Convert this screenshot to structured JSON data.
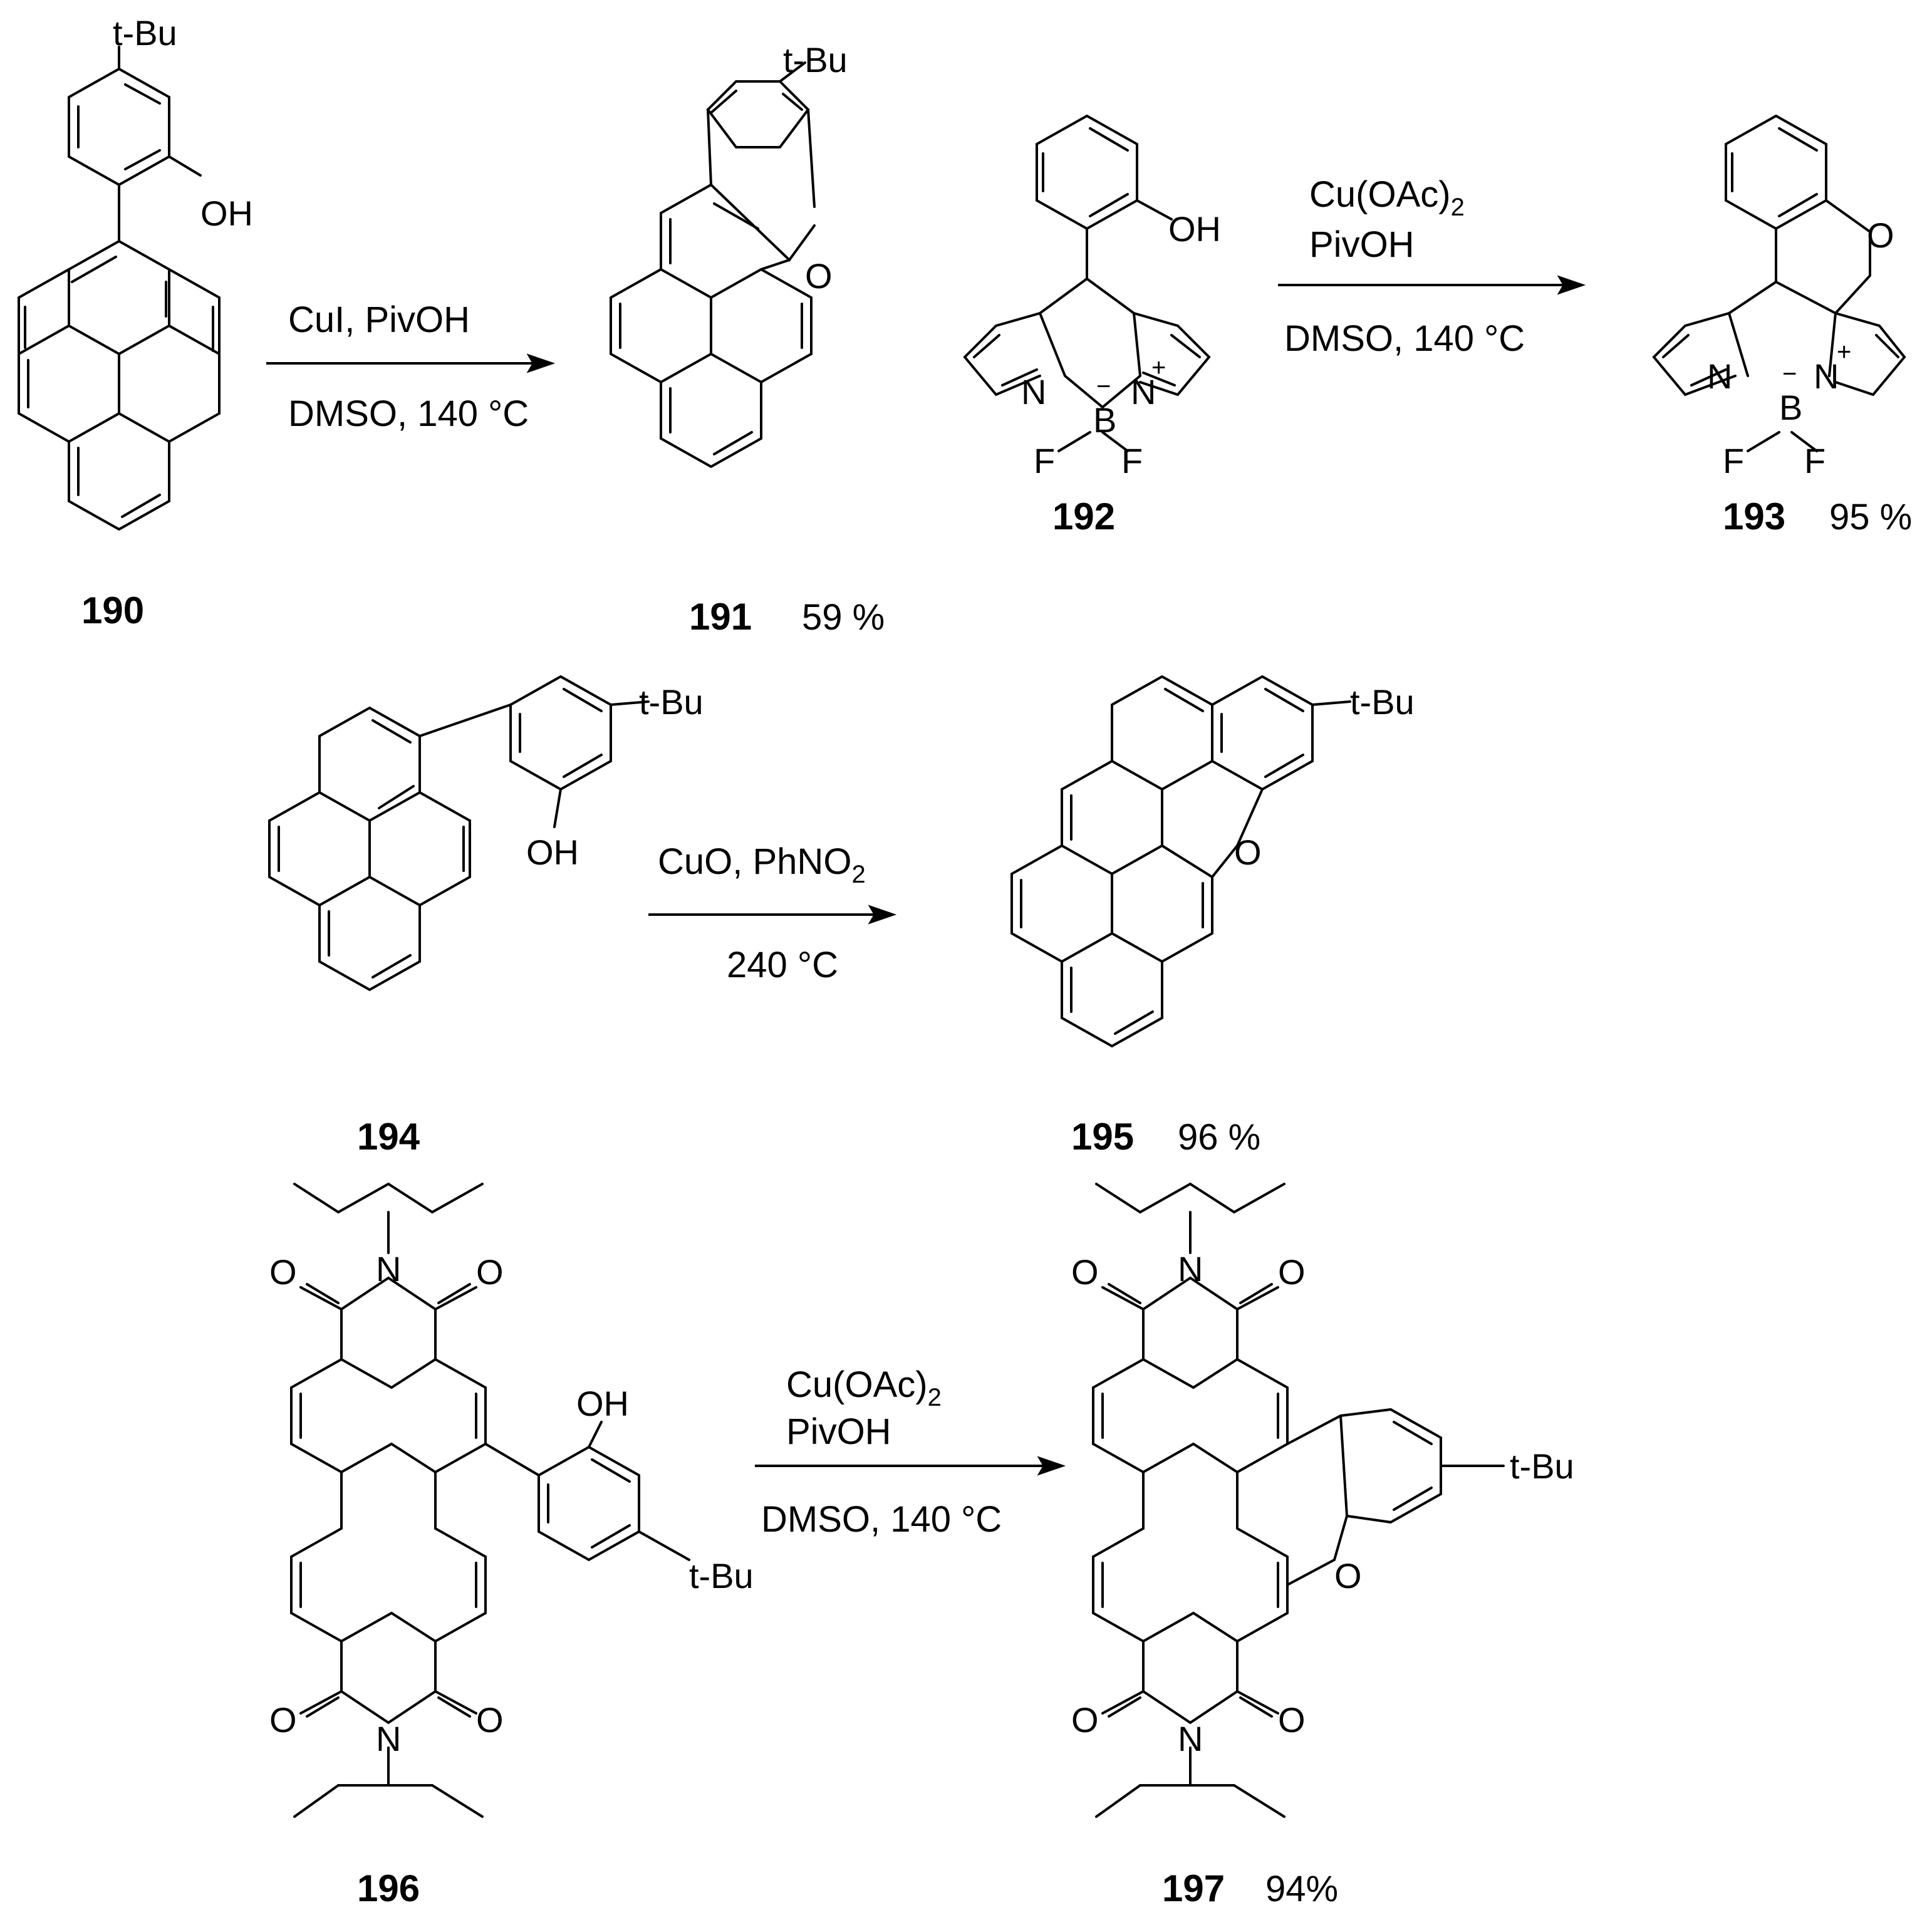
{
  "reactions": [
    {
      "reactant": {
        "id": "190"
      },
      "product": {
        "id": "191",
        "yield": "59 %"
      },
      "conditions_above": "CuI, PivOH",
      "conditions_below": "DMSO, 140 °C"
    },
    {
      "reactant": {
        "id": "192"
      },
      "product": {
        "id": "193",
        "yield": "95 %"
      },
      "conditions_above_1_main": "Cu(OAc)",
      "conditions_above_1_sub": "2",
      "conditions_above_2": "PivOH",
      "conditions_below": "DMSO, 140 °C"
    },
    {
      "reactant": {
        "id": "194"
      },
      "product": {
        "id": "195",
        "yield": "96 %"
      },
      "conditions_above_main": "CuO, PhNO",
      "conditions_above_sub": "2",
      "conditions_below": "240 °C"
    },
    {
      "reactant": {
        "id": "196"
      },
      "product": {
        "id": "197",
        "yield": "94%"
      },
      "conditions_above_1_main": "Cu(OAc)",
      "conditions_above_1_sub": "2",
      "conditions_above_2": "PivOH",
      "conditions_below": "DMSO, 140 °C"
    }
  ],
  "atom_labels": {
    "tbu": "t-Bu",
    "oh": "OH",
    "o": "O",
    "n": "N",
    "b": "B",
    "f": "F",
    "plus": "+",
    "minus": "−"
  }
}
